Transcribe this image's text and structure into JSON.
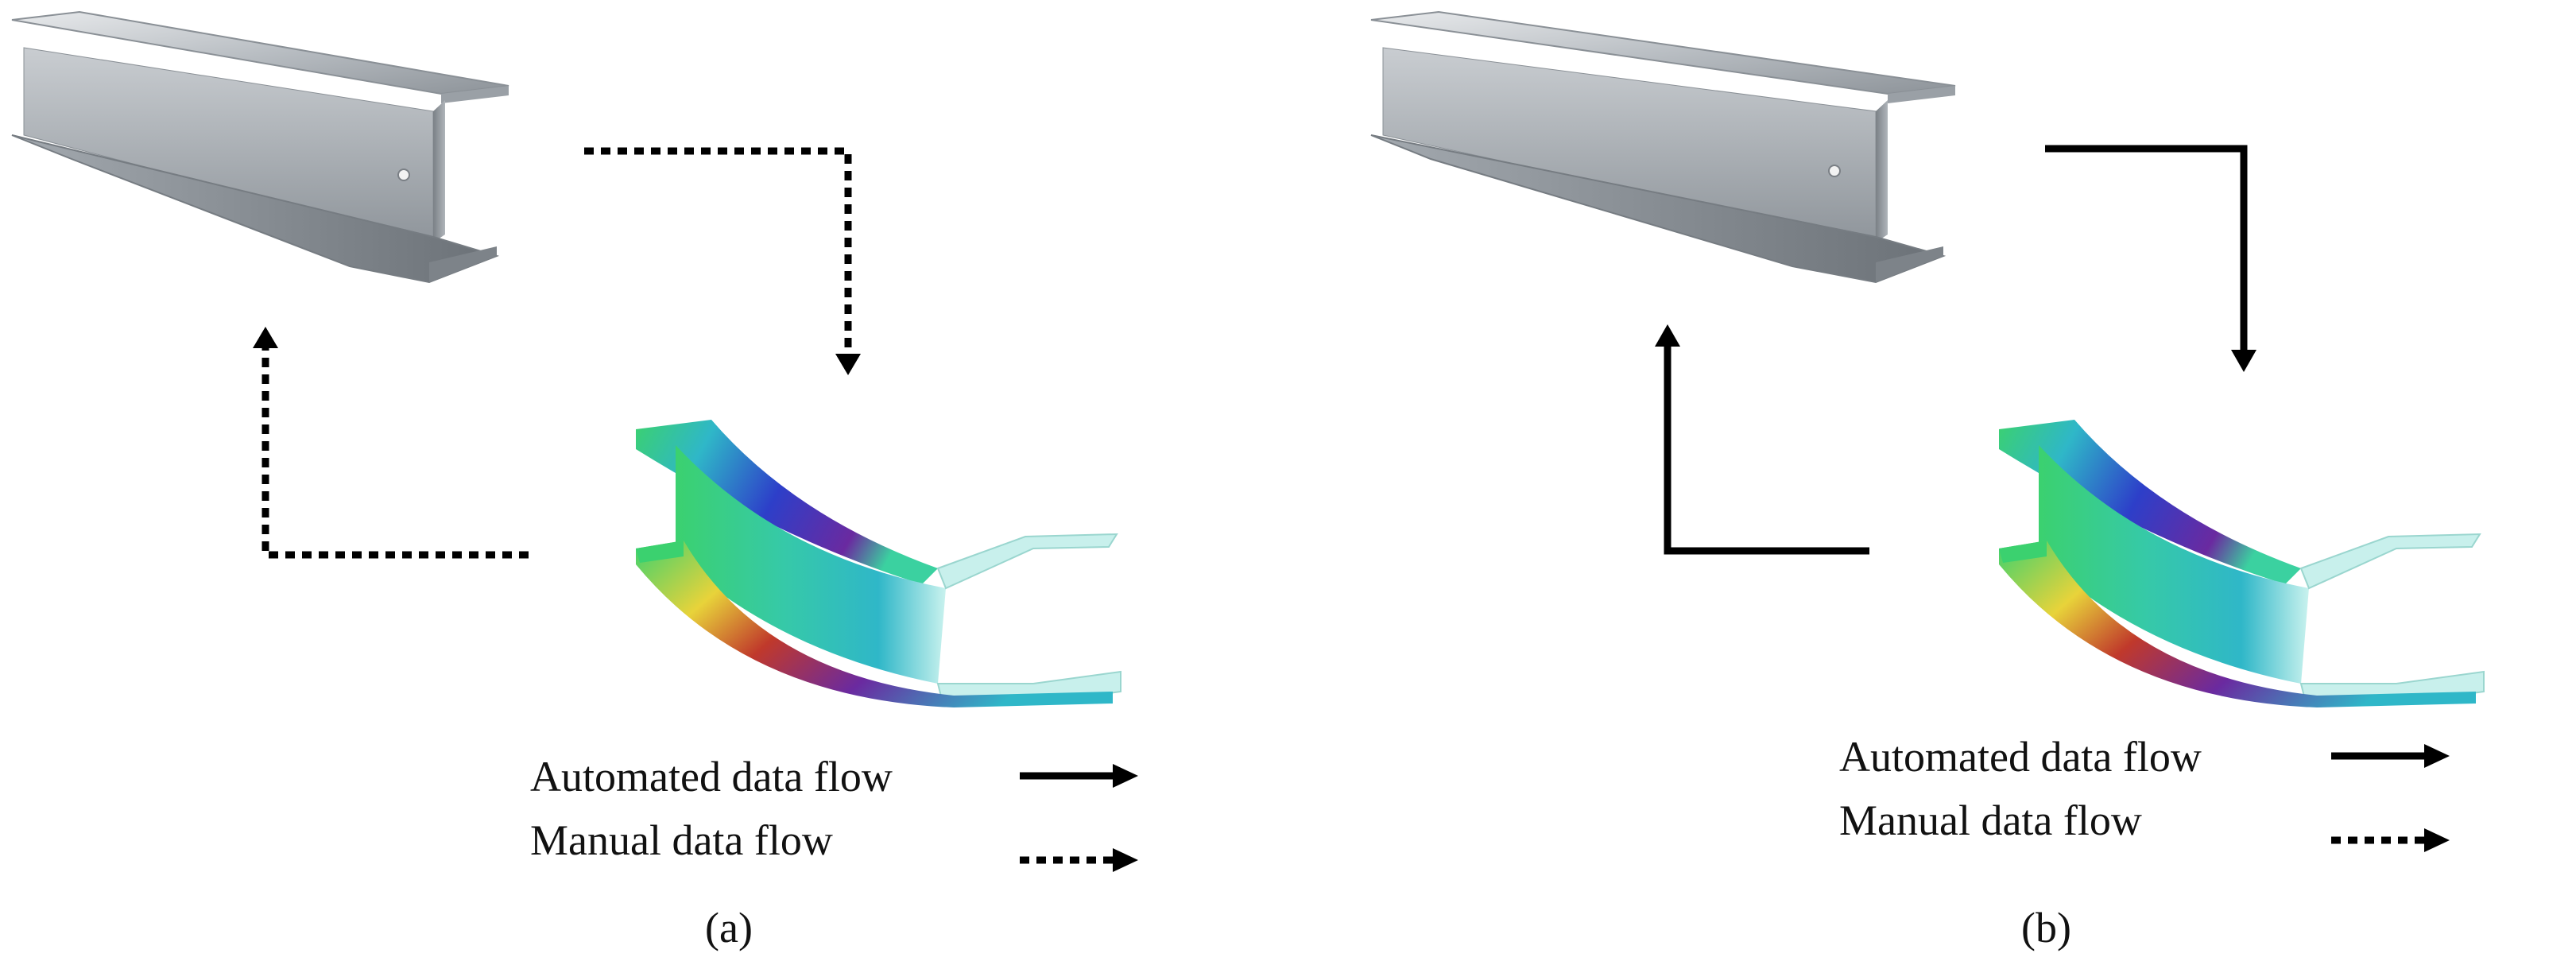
{
  "panels": [
    {
      "id": "a",
      "caption": "(a)",
      "legend": {
        "automated_label": "Automated data flow",
        "manual_label": "Manual data flow"
      },
      "flow_style": "manual"
    },
    {
      "id": "b",
      "caption": "(b)",
      "legend": {
        "automated_label": "Automated data flow",
        "manual_label": "Manual data flow"
      },
      "flow_style": "automated"
    }
  ],
  "images": {
    "beam": "steel-i-beam",
    "simulation": "fea-deformed-beam-contour"
  },
  "colors": {
    "arrow": "#000000",
    "steel_light": "#d4d7da",
    "steel_mid": "#a7adb3",
    "steel_dark": "#6f757b",
    "fea_red": "#c0392b",
    "fea_yellow": "#e8d33a",
    "fea_green": "#3bd16f",
    "fea_cyan": "#2fb7c8",
    "fea_blue": "#2d3fc9",
    "fea_purple": "#6a2aa0"
  }
}
